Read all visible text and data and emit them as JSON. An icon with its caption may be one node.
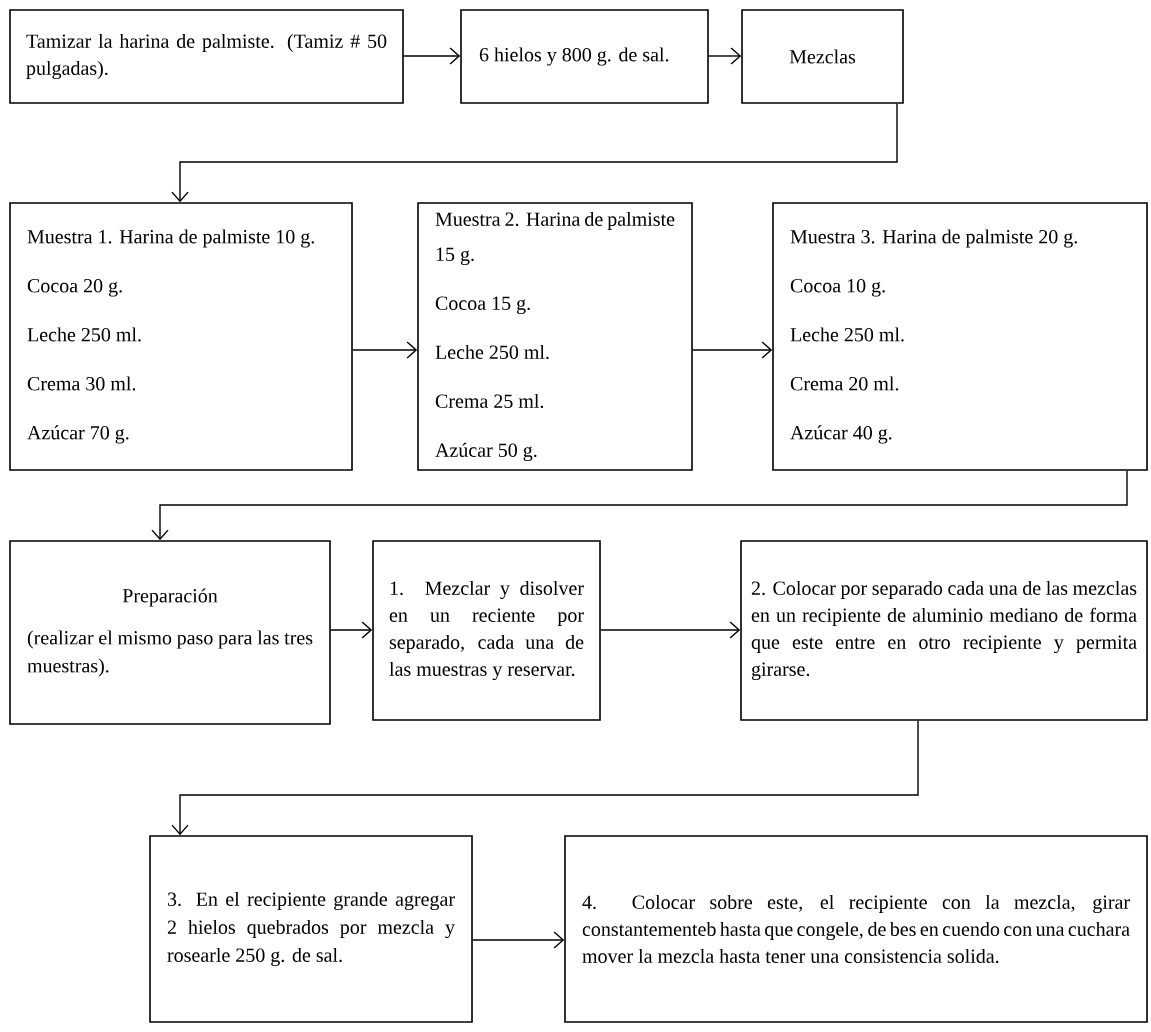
{
  "diagram": {
    "nodes": [
      {
        "text": [
          "Tamizar la harina de palmiste. (Tamiz # 50 pulgadas)."
        ]
      },
      {
        "text": [
          "6 hielos y 800 g. de sal."
        ]
      },
      {
        "text": [
          "Mezclas"
        ]
      },
      {
        "text": [
          "Muestra 1. Harina de palmiste 10 g.",
          "Cocoa 20 g.",
          "Leche 250 ml.",
          "Crema 30 ml.",
          "Azúcar 70 g."
        ]
      },
      {
        "text": [
          "Muestra 2. Harina de palmiste 15 g.",
          "Cocoa 15 g.",
          "Leche 250 ml.",
          "Crema 25 ml.",
          "Azúcar 50 g."
        ]
      },
      {
        "text": [
          "Muestra 3. Harina de palmiste 20 g.",
          "Cocoa 10 g.",
          "Leche 250 ml.",
          "Crema 20 ml.",
          "Azúcar 40 g."
        ]
      },
      {
        "text": [
          "Preparación",
          "(realizar el mismo paso para las tres muestras)."
        ]
      },
      {
        "text": [
          "1. Mezclar y disolver en un reciente por separado, cada una de las muestras y reservar."
        ]
      },
      {
        "text": [
          "2. Colocar por separado cada una de las mezclas en un recipiente de aluminio mediano de forma que este entre en otro recipiente y permita girarse."
        ]
      },
      {
        "text": [
          "3. En el recipiente grande agregar 2 hielos quebrados por mezcla y rosearle 250 g. de sal."
        ]
      },
      {
        "text": [
          "4. Colocar sobre este, el recipiente con la mezcla, girar constantementeb hasta que congele, de bes en cuendo con una cuchara mover la mezcla hasta tener una consistencia solida."
        ]
      }
    ],
    "edges": [
      {
        "from": 0,
        "to": 1,
        "arrow": "to"
      },
      {
        "from": 1,
        "to": 2,
        "arrow": "to"
      },
      {
        "from": 2,
        "to": 3,
        "arrow": "to"
      },
      {
        "from": 3,
        "to": 4,
        "arrow": "to"
      },
      {
        "from": 4,
        "to": 5,
        "arrow": "to"
      },
      {
        "from": 5,
        "to": 6,
        "arrow": "to"
      },
      {
        "from": 6,
        "to": 7,
        "arrow": "to"
      },
      {
        "from": 7,
        "to": 8,
        "arrow": "to"
      },
      {
        "from": 8,
        "to": 9,
        "arrow": "to"
      },
      {
        "from": 9,
        "to": 10,
        "arrow": "to"
      }
    ]
  }
}
